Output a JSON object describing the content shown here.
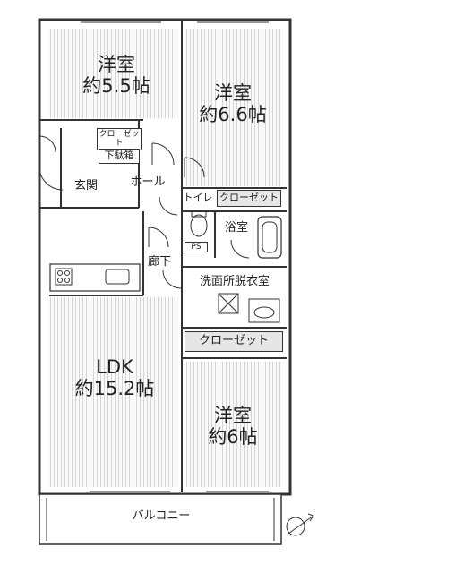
{
  "rooms": {
    "western_room_a": {
      "name": "洋室",
      "size": "約5.5帖"
    },
    "western_room_b": {
      "name": "洋室",
      "size": "約6.6帖"
    },
    "western_room_c": {
      "name": "洋室",
      "size": "約6帖"
    },
    "ldk": {
      "name": "LDK",
      "size": "約15.2帖"
    }
  },
  "labels": {
    "closet_small": "クローゼット",
    "shoe_box": "下駄箱",
    "entrance": "玄関",
    "hall": "ホール",
    "toilet": "トイレ",
    "closet_b": "クローゼット",
    "bathroom": "浴室",
    "ps": "PS",
    "corridor": "廊下",
    "washroom": "洗面所脱衣室",
    "closet_c": "クローゼット",
    "balcony": "バルコニー"
  },
  "icons": {
    "compass": "compass-north-icon"
  }
}
